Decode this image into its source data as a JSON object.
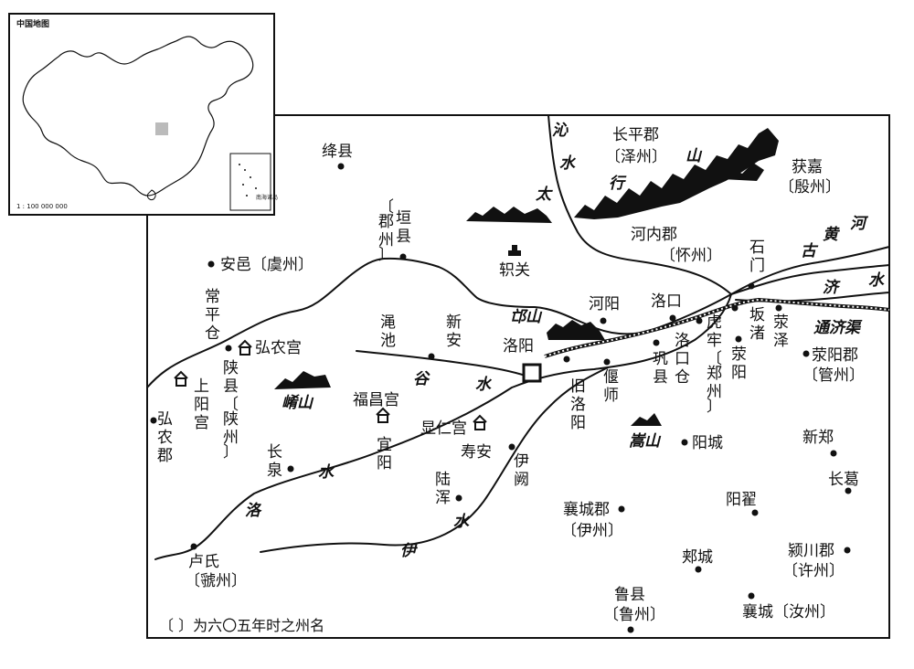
{
  "inset": {
    "title": "中国地图",
    "scale": "1 : 100 000 000",
    "south_sea_label": "南海诸岛"
  },
  "note": "〔 〕为六〇五年时之州名",
  "rivers": {
    "qin_shui": [
      "沁",
      "水"
    ],
    "yellow_river": [
      "黄",
      "河"
    ],
    "gu_ji_shui": [
      "古",
      "济",
      "水"
    ],
    "tong_ji_qu": "通济渠",
    "gu_shui": [
      "谷",
      "水"
    ],
    "luo_shui": [
      "洛",
      "水"
    ],
    "yi_shui": [
      "伊",
      "水"
    ]
  },
  "mountains": {
    "taihang": [
      "太",
      "行",
      "山"
    ],
    "mangshan": "邙山",
    "xiaoshan": "崤山",
    "songshan": "嵩山"
  },
  "places": {
    "jiangxian": "绛县",
    "changping": "长平郡",
    "zezhou": "〔泽州〕",
    "huojia": "获嘉",
    "yinzhou": "〔殷州〕",
    "yuanxian": [
      "垣",
      "县"
    ],
    "juzhou": [
      "〔",
      "郡",
      "州",
      "〕"
    ],
    "zhiguan": "轵关",
    "henei": "河内郡",
    "huaizhou": "〔怀州〕",
    "shimen": [
      "石",
      "门"
    ],
    "anyi": "安邑〔虞州〕",
    "changpingcang": [
      "常",
      "平",
      "仓"
    ],
    "hongnonggong": "弘农宫",
    "mianchi": [
      "渑",
      "池"
    ],
    "xinan": [
      "新",
      "安"
    ],
    "heyang": "河阳",
    "luokou": "洛口",
    "luoyang": "洛阳",
    "luokoucang": [
      "洛",
      "口",
      "仓"
    ],
    "gongxian": [
      "巩",
      "县"
    ],
    "hulao": [
      "虎",
      "牢"
    ],
    "zhengzhou_old": [
      "〔",
      "郑",
      "州",
      "〕"
    ],
    "xingyang": [
      "荥",
      "阳"
    ],
    "banzhu": [
      "坂",
      "渚"
    ],
    "xingze": [
      "荥",
      "泽"
    ],
    "xingyangjun": "荥阳郡",
    "guanzhou": "〔管州〕",
    "shanxian": [
      "陕",
      "县"
    ],
    "shanzhou": [
      "〔",
      "陕",
      "州",
      "〕"
    ],
    "shangyanggong": [
      "上",
      "阳",
      "宫"
    ],
    "hongnongjun": [
      "弘",
      "农",
      "郡"
    ],
    "fuchanggong": "福昌宫",
    "xianrengong": "显仁宫",
    "shouan": "寿安",
    "jiuluoyang": [
      "旧",
      "洛",
      "阳"
    ],
    "yanshi": [
      "偃",
      "师"
    ],
    "yangcheng": "阳城",
    "xinzheng": "新郑",
    "changge": "长葛",
    "changquan": [
      "长",
      "泉"
    ],
    "yiyang": [
      "宜",
      "阳"
    ],
    "yique": [
      "伊",
      "阙"
    ],
    "luhun": [
      "陆",
      "浑"
    ],
    "xiangchengjun": "襄城郡",
    "yizhou": "〔伊州〕",
    "yangzhai": "阳翟",
    "yingchuan": "颍川郡",
    "xuzhou": "〔许州〕",
    "jiacheng": "郏城",
    "lushi": "卢氏",
    "guozhou": "〔虢州〕",
    "luxian": "鲁县",
    "luzhou": "〔鲁州〕",
    "xiangcheng": "襄城〔汝州〕"
  }
}
